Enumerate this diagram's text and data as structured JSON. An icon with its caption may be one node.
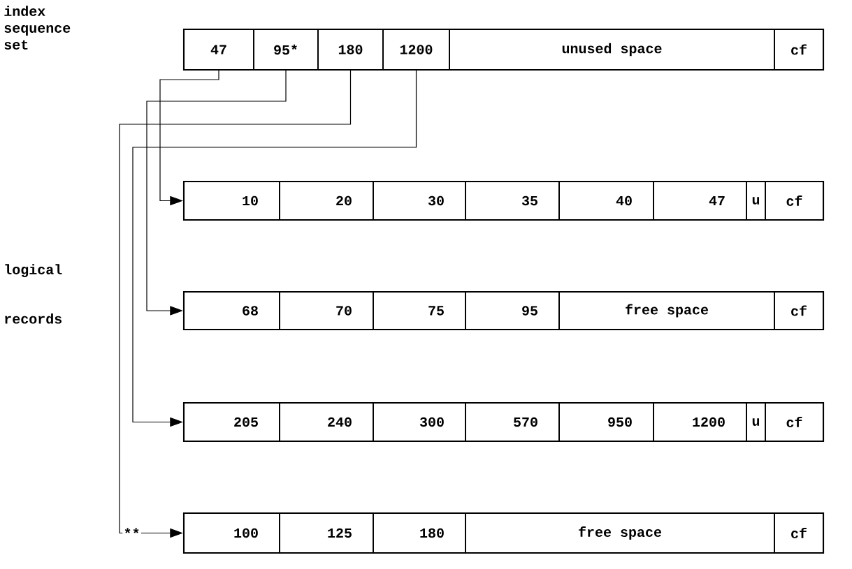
{
  "diagram": {
    "nodes": [
      {
        "text": [],
        "shape": "box"
      },
      {
        "text": [
          "47"
        ],
        "in": 0
      },
      {
        "text": [
          "95*"
        ],
        "in": 0
      },
      {
        "text": [
          "180"
        ],
        "in": 0
      },
      {
        "text": [
          "1200"
        ],
        "in": 0
      },
      {
        "text": [
          "unused space"
        ],
        "in": 0
      },
      {
        "text": [
          "cf"
        ],
        "in": 0
      },
      {
        "text": [],
        "shape": "box"
      },
      {
        "text": [
          "10"
        ],
        "in": 7
      },
      {
        "text": [
          "20"
        ],
        "in": 7
      },
      {
        "text": [
          "30"
        ],
        "in": 7
      },
      {
        "text": [
          "35"
        ],
        "in": 7
      },
      {
        "text": [
          "40"
        ],
        "in": 7
      },
      {
        "text": [
          "47"
        ],
        "in": 7
      },
      {
        "text": [
          "u"
        ],
        "in": 7
      },
      {
        "text": [
          "cf"
        ],
        "in": 7
      },
      {
        "text": [],
        "shape": "box"
      },
      {
        "text": [
          "68"
        ],
        "in": 16
      },
      {
        "text": [
          "70"
        ],
        "in": 16
      },
      {
        "text": [
          "75"
        ],
        "in": 16
      },
      {
        "text": [
          "95"
        ],
        "in": 16
      },
      {
        "text": [
          "free space"
        ],
        "in": 16
      },
      {
        "text": [
          "cf"
        ],
        "in": 16
      },
      {
        "text": [],
        "shape": "box"
      },
      {
        "text": [
          "205"
        ],
        "in": 23
      },
      {
        "text": [
          "240"
        ],
        "in": 23
      },
      {
        "text": [
          "300"
        ],
        "in": 23
      },
      {
        "text": [
          "570"
        ],
        "in": 23
      },
      {
        "text": [
          "950"
        ],
        "in": 23
      },
      {
        "text": [
          "1200"
        ],
        "in": 23
      },
      {
        "text": [
          "u"
        ],
        "in": 23
      },
      {
        "text": [
          "cf"
        ],
        "in": 23
      },
      {
        "text": [],
        "shape": "box"
      },
      {
        "text": [
          "100"
        ],
        "in": 32
      },
      {
        "text": [
          "125"
        ],
        "in": 32
      },
      {
        "text": [
          "180"
        ],
        "in": 32
      },
      {
        "text": [
          "free  space"
        ],
        "in": 32
      },
      {
        "text": [
          "cf"
        ],
        "in": 32
      }
    ],
    "edges": [
      {
        "from": 1,
        "to": 7,
        "arrow": "to"
      },
      {
        "from": 2,
        "to": 16,
        "arrow": "to"
      },
      {
        "from": 3,
        "to": 32,
        "arrow": "to",
        "label": "**"
      },
      {
        "from": 4,
        "to": 23,
        "arrow": "to"
      }
    ],
    "labels": [
      "index sequence set",
      "logical records"
    ]
  }
}
